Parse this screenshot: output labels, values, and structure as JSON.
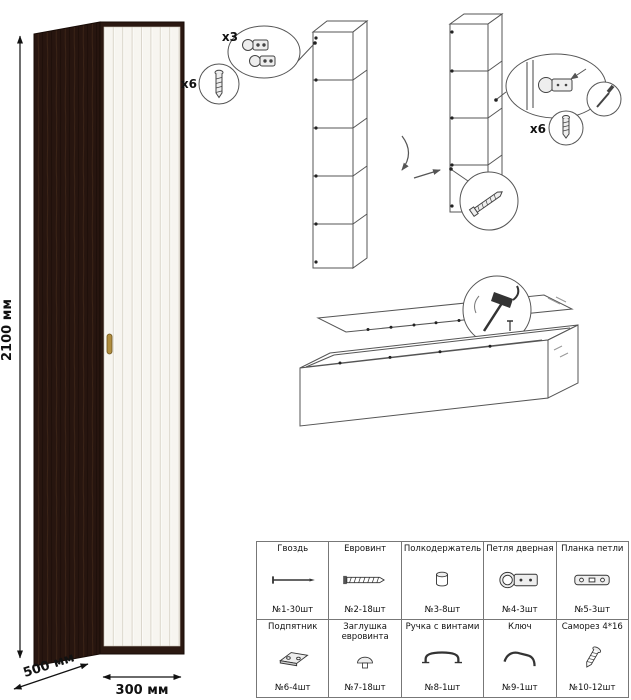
{
  "dimensions": {
    "height": "2100 мм",
    "width": "300 мм",
    "depth": "500 мм"
  },
  "callouts": {
    "hinge_count": "x3",
    "screw_count_top": "x6",
    "screw_count_right": "x6"
  },
  "parts_table": {
    "rows": [
      [
        {
          "name": "Гвоздь",
          "qty": "№1-30шт",
          "icon": "nail-icon"
        },
        {
          "name": "Евровинт",
          "qty": "№2-18шт",
          "icon": "euro-screw-icon"
        },
        {
          "name": "Полкодержатель",
          "qty": "№3-8шт",
          "icon": "shelf-support-icon"
        },
        {
          "name": "Петля дверная",
          "qty": "№4-3шт",
          "icon": "door-hinge-icon"
        },
        {
          "name": "Планка петли",
          "qty": "№5-3шт",
          "icon": "hinge-plate-icon"
        }
      ],
      [
        {
          "name": "Подпятник",
          "qty": "№6-4шт",
          "icon": "glide-pad-icon"
        },
        {
          "name": "Заглушка евровинта",
          "qty": "№7-18шт",
          "icon": "screw-cap-icon"
        },
        {
          "name": "Ручка с винтами",
          "qty": "№8-1шт",
          "icon": "handle-icon"
        },
        {
          "name": "Ключ",
          "qty": "№9-1шт",
          "icon": "key-icon"
        },
        {
          "name": "Саморез 4*16",
          "qty": "№10-12шт",
          "icon": "self-tapping-screw-icon"
        }
      ]
    ]
  },
  "colors": {
    "cabinet_body": "#2b1811",
    "door": "#f7f5f0",
    "handle": "#b08d3e",
    "line_art": "#555555"
  }
}
